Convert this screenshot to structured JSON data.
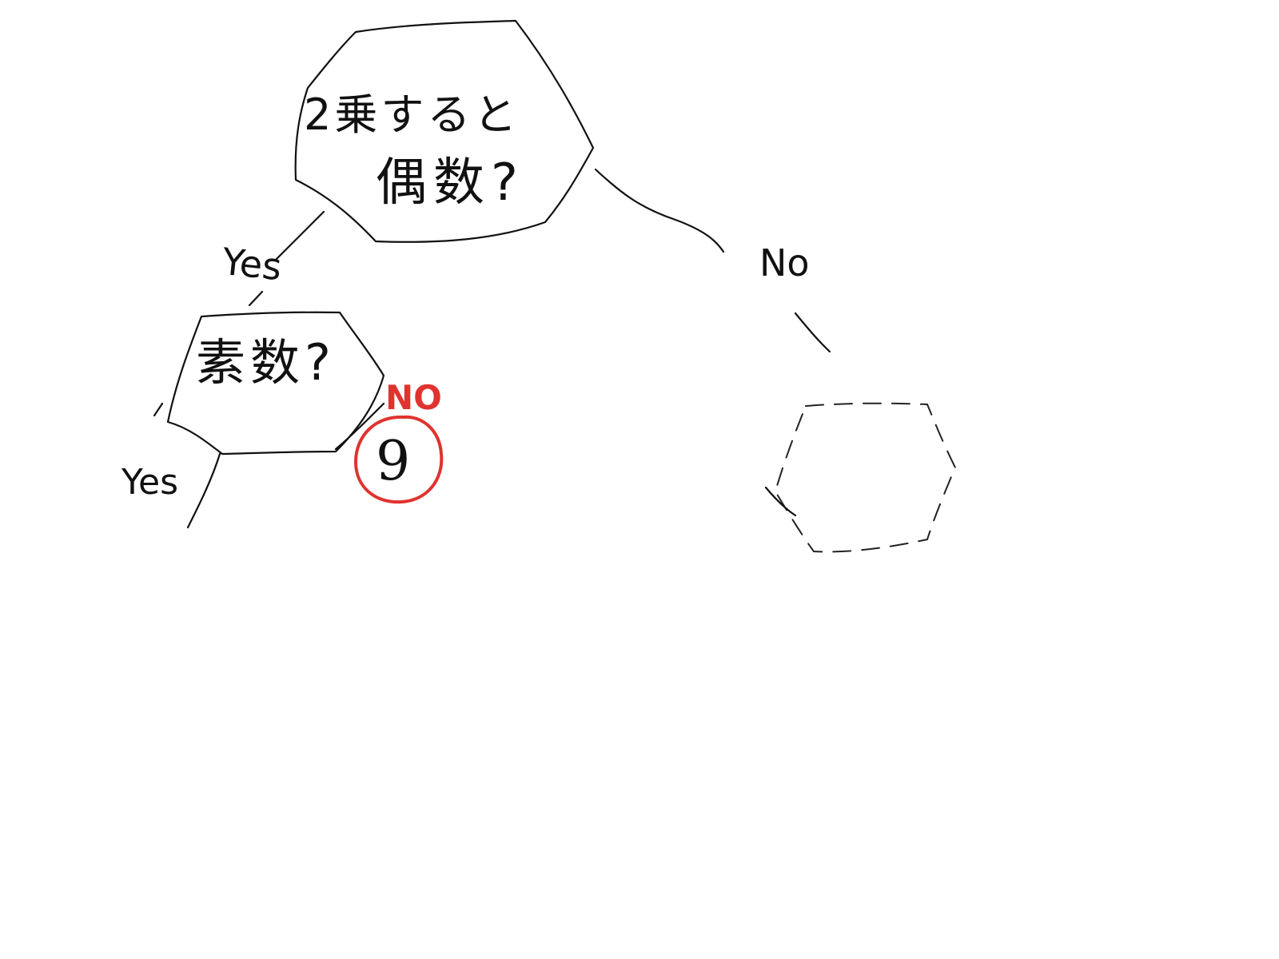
{
  "diagram": {
    "root_node": {
      "line1": "2乗すると",
      "line2": "偶数?"
    },
    "left_edge_label": "Yes",
    "right_edge_label": "No",
    "child_node": {
      "label": "素数?"
    },
    "child_yes_label": "Yes",
    "child_no_label": "NO",
    "leaf_value": "9",
    "colors": {
      "ink": "#111111",
      "highlight": "#e0332f"
    }
  }
}
